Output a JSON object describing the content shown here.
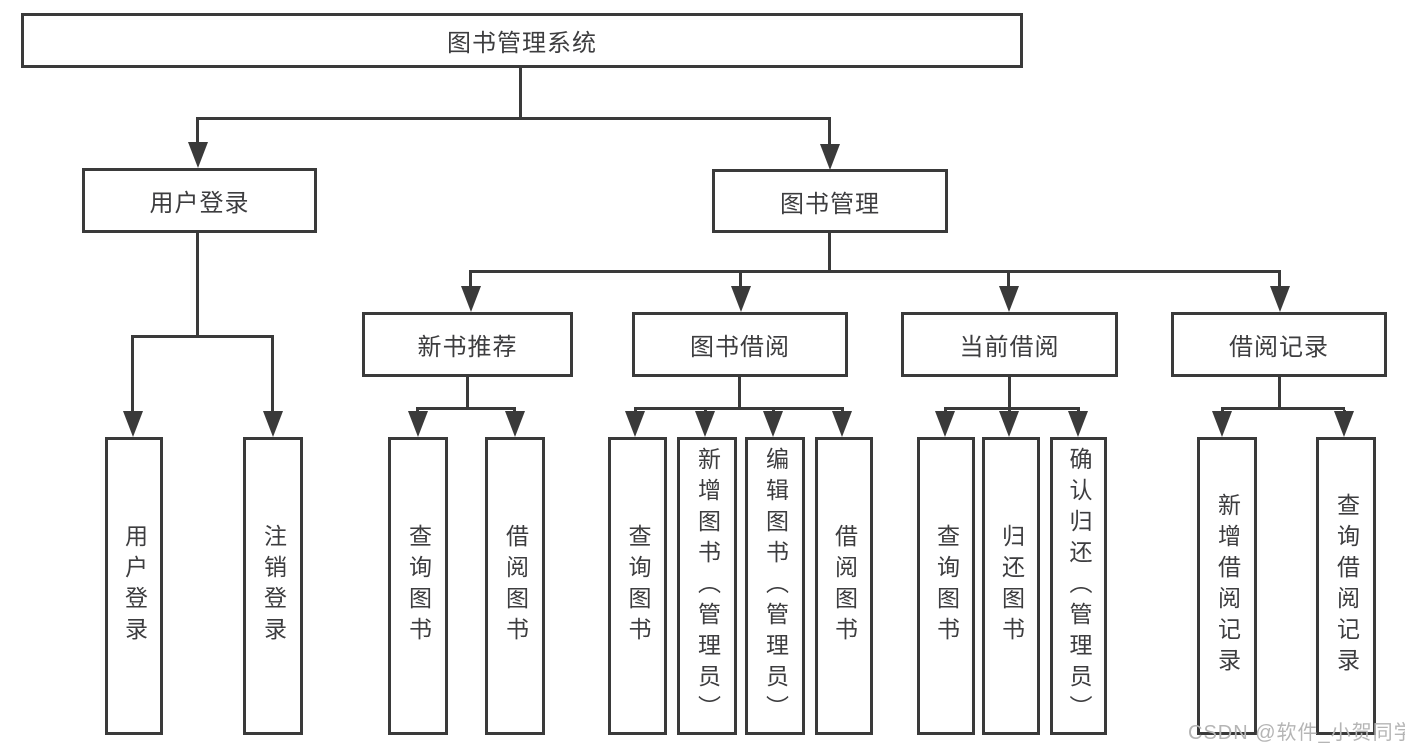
{
  "colors": {
    "line": "#3a3a3a",
    "text": "#3d3d3f",
    "watermark": "#b5b5b5"
  },
  "watermark": {
    "text": "CSDN @软件_小贺同学"
  },
  "tree": {
    "root": {
      "label": "图书管理系统"
    },
    "children": [
      {
        "label": "用户登录",
        "children": [
          {
            "label": "用户登录"
          },
          {
            "label": "注销登录"
          }
        ]
      },
      {
        "label": "图书管理",
        "children": [
          {
            "label": "新书推荐",
            "children": [
              {
                "label": "查询图书"
              },
              {
                "label": "借阅图书"
              }
            ]
          },
          {
            "label": "图书借阅",
            "children": [
              {
                "label": "查询图书"
              },
              {
                "label": "新增图书（管理员）"
              },
              {
                "label": "编辑图书（管理员）"
              },
              {
                "label": "借阅图书"
              }
            ]
          },
          {
            "label": "当前借阅",
            "children": [
              {
                "label": "查询图书"
              },
              {
                "label": "归还图书"
              },
              {
                "label": "确认归还（管理员）"
              }
            ]
          },
          {
            "label": "借阅记录",
            "children": [
              {
                "label": "新增借阅记录"
              },
              {
                "label": "查询借阅记录"
              }
            ]
          }
        ]
      }
    ]
  }
}
